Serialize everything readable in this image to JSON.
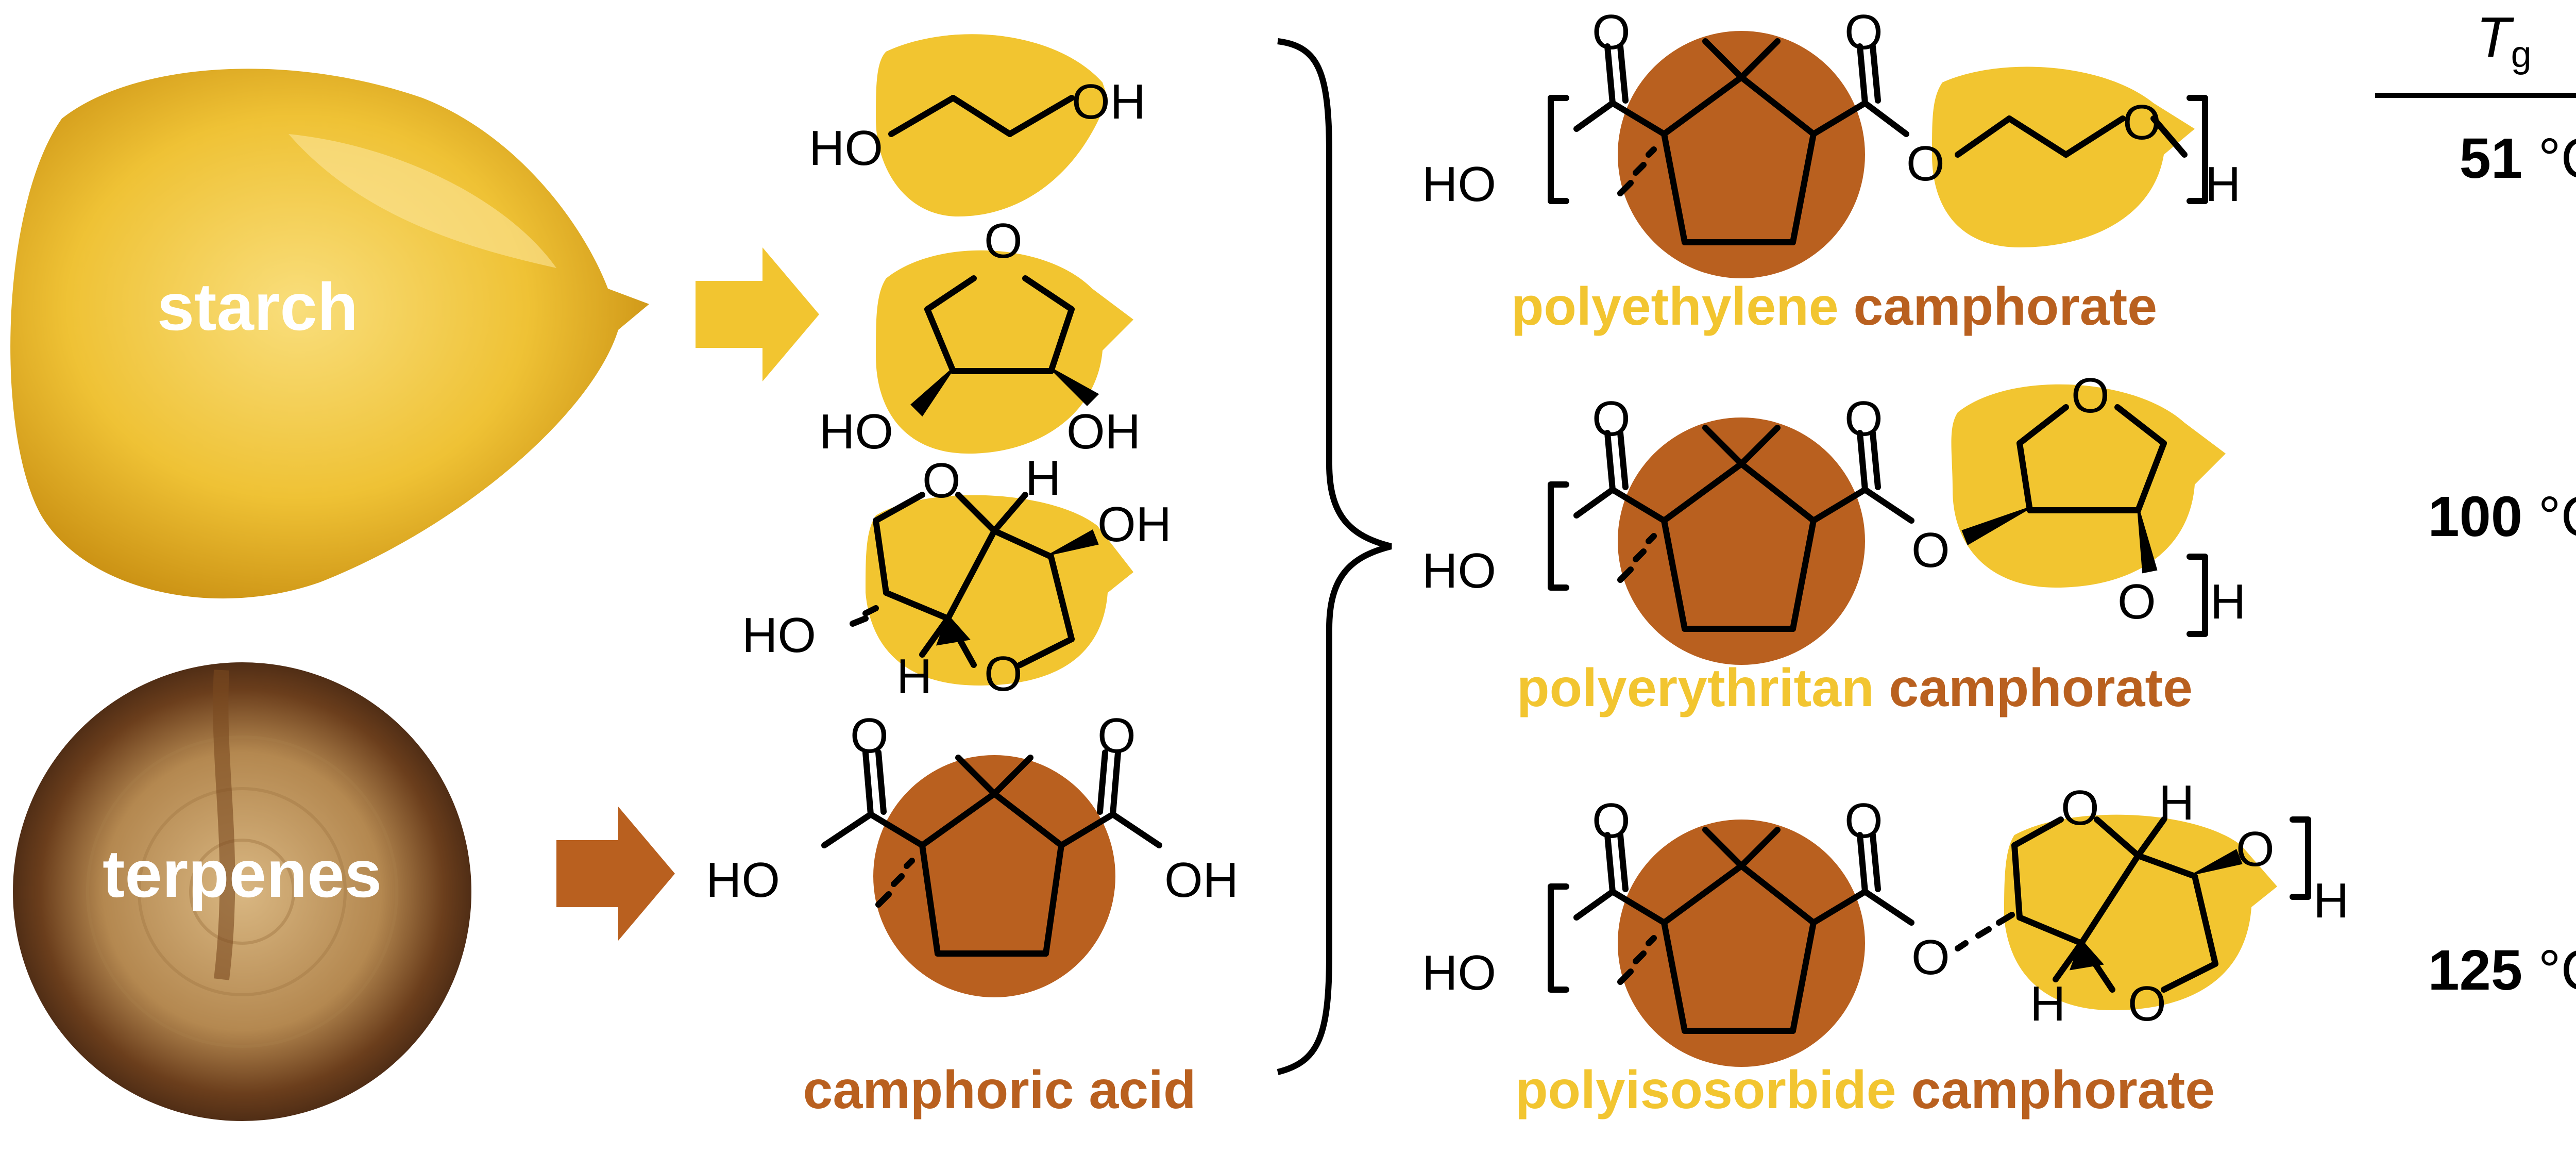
{
  "colors": {
    "starch": "#F2C530",
    "terpene": "#B9601F",
    "seed_light": "#F6D35A",
    "seed_dark": "#D9A21C",
    "wood_dark": "#5A3418",
    "wood_light": "#C9A36A"
  },
  "sources": {
    "starch": "starch",
    "terpenes": "terpenes"
  },
  "atoms": {
    "ho": "HO",
    "oh": "OH",
    "o": "O",
    "h": "H"
  },
  "monomers": {
    "camphoric_acid": "camphoric acid"
  },
  "polymers": [
    {
      "prefix": "polyethylene",
      "suffix": "camphorate",
      "tg_value": "51",
      "tg_unit": "°C"
    },
    {
      "prefix": "polyerythritan",
      "suffix": "camphorate",
      "tg_value": "100",
      "tg_unit": "°C"
    },
    {
      "prefix": "polyisosorbide",
      "suffix": "camphorate",
      "tg_value": "125",
      "tg_unit": "°C"
    }
  ],
  "tg_header": {
    "symbol": "T",
    "subscript": "g"
  }
}
